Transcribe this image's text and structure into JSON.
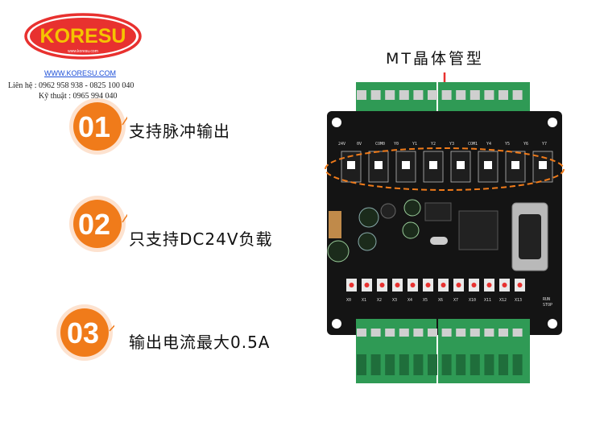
{
  "brand": {
    "logo_text": "KORESU",
    "logo_subtext": "www.koresu.com",
    "website": "WWW.KORESU.COM",
    "contact_line1": "Liên hệ : 0962 958 938 - 0825 100 040",
    "contact_line2": "Kỹ thuật : 0965 994 040",
    "logo_color": "#e8312f",
    "logo_text_color": "#f5c400"
  },
  "features": [
    {
      "number": "01",
      "text": "支持脉冲输出"
    },
    {
      "number": "02",
      "text": "只支持DC24V负载"
    },
    {
      "number": "03",
      "text": "输出电流最大0.5A"
    }
  ],
  "accent_color": "#f07b1a",
  "callout": {
    "label": "MT晶体管型"
  },
  "board": {
    "top_labels": [
      "24V",
      "0V",
      "COM0",
      "Y0",
      "Y1",
      "Y2",
      "Y3",
      "COM1",
      "Y4",
      "Y5",
      "Y6",
      "Y7"
    ],
    "bottom_labels": [
      "X0",
      "X1",
      "X2",
      "X3",
      "X4",
      "X5",
      "X6",
      "X7",
      "X10",
      "X11",
      "X12",
      "X13"
    ],
    "switch_labels": [
      "RUN",
      "STOP"
    ]
  }
}
